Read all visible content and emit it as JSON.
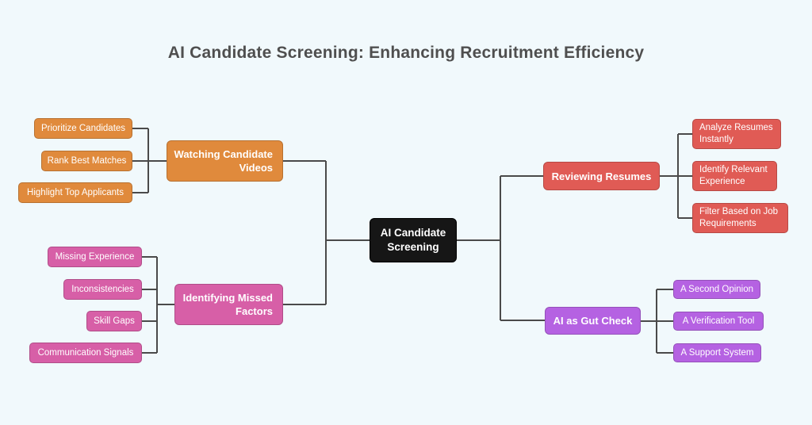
{
  "title": "AI Candidate Screening: Enhancing Recruitment Efficiency",
  "colors": {
    "background": "#F1F9FC",
    "connector": "#4A4A4A",
    "title_text": "#4F4F4F",
    "node_text": "#FFFFFF",
    "center_node": "#161616",
    "orange_branch": "#E08A3C",
    "pink_branch": "#D75FA7",
    "red_branch": "#E05B55",
    "purple_branch": "#B562E2"
  },
  "center": {
    "label": "AI Candidate Screening"
  },
  "branches": [
    {
      "label": "Watching Candidate Videos",
      "side": "left",
      "children": [
        "Prioritize Candidates",
        "Rank Best Matches",
        "Highlight Top Applicants"
      ]
    },
    {
      "label": "Identifying Missed Factors",
      "side": "left",
      "children": [
        "Missing Experience",
        "Inconsistencies",
        "Skill Gaps",
        "Communication Signals"
      ]
    },
    {
      "label": "Reviewing Resumes",
      "side": "right",
      "children": [
        "Analyze Resumes Instantly",
        "Identify Relevant Experience",
        "Filter Based on Job Requirements"
      ]
    },
    {
      "label": "AI as Gut Check",
      "side": "right",
      "children": [
        "A Second Opinion",
        "A Verification Tool",
        "A Support System"
      ]
    }
  ]
}
